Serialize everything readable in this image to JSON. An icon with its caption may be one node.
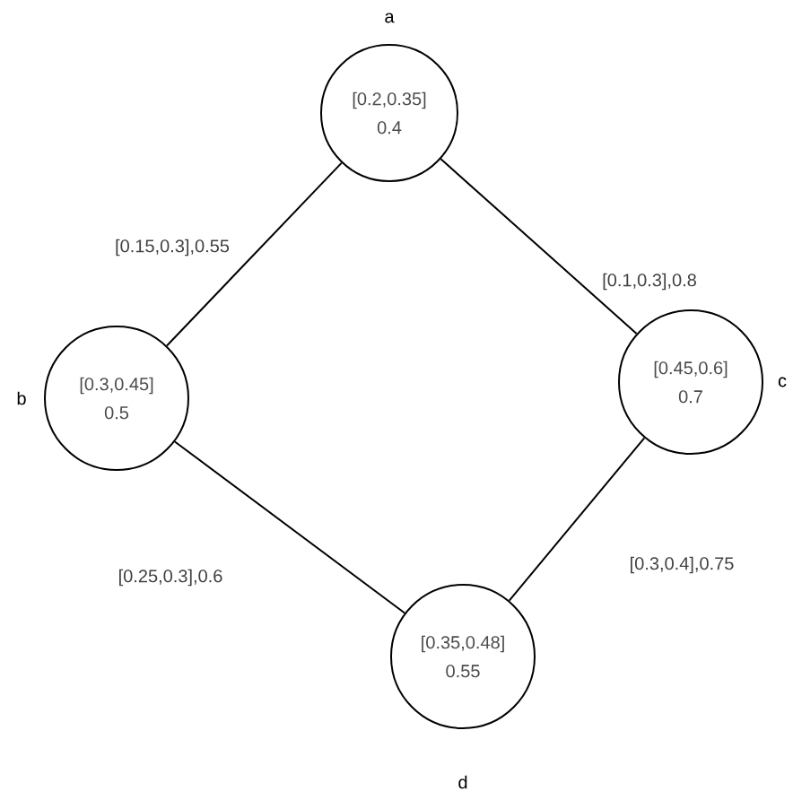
{
  "diagram": {
    "nodes": [
      {
        "text": [
          "[0.2,0.35]",
          "0.4"
        ],
        "beside": [
          "a"
        ]
      },
      {
        "text": [
          "[0.3,0.45]",
          "0.5"
        ],
        "beside": [
          "b"
        ]
      },
      {
        "text": [
          "[0.45,0.6]",
          "0.7"
        ],
        "beside": [
          "c"
        ]
      },
      {
        "text": [
          "[0.35,0.48]",
          "0.55"
        ],
        "beside": [
          "d"
        ]
      }
    ],
    "edges": [
      {
        "from": 0,
        "to": 1,
        "arrow": "none",
        "label": "[0.15,0.3],0.55"
      },
      {
        "from": 0,
        "to": 2,
        "arrow": "none",
        "label": "[0.1,0.3],0.8"
      },
      {
        "from": 1,
        "to": 3,
        "arrow": "none",
        "label": "[0.25,0.3],0.6"
      },
      {
        "from": 2,
        "to": 3,
        "arrow": "none",
        "label": "[0.3,0.4],0.75"
      }
    ]
  }
}
